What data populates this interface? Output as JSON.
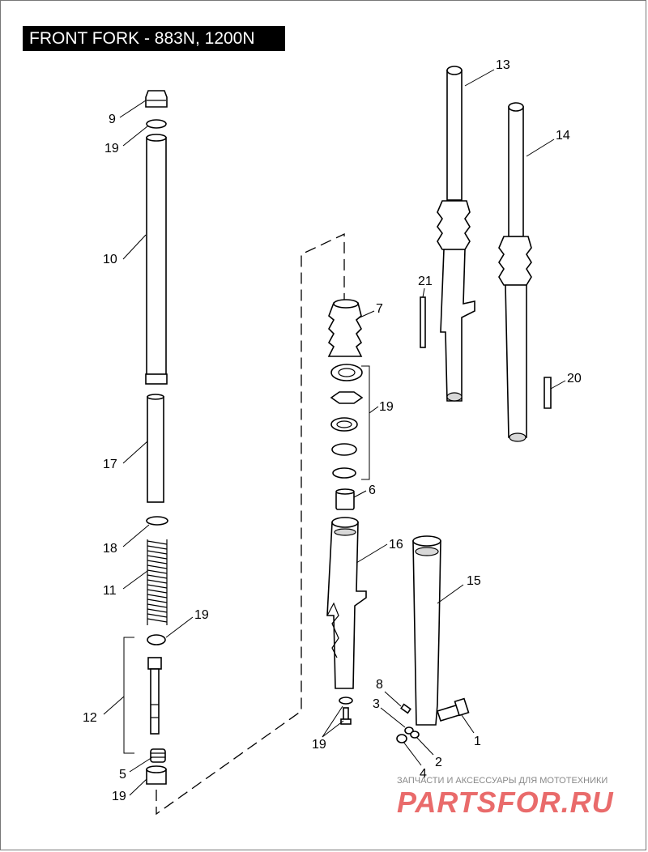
{
  "title": "FRONT FORK - 883N, 1200N",
  "callouts": {
    "c9": "9",
    "c19a": "19",
    "c10": "10",
    "c17": "17",
    "c18": "18",
    "c11": "11",
    "c19b": "19",
    "c12": "12",
    "c5": "5",
    "c19c": "19",
    "c7": "7",
    "c19d": "19",
    "c6": "6",
    "c16": "16",
    "c19e": "19",
    "c13": "13",
    "c14": "14",
    "c21": "21",
    "c20": "20",
    "c15": "15",
    "c8": "8",
    "c3": "3",
    "c1": "1",
    "c2": "2",
    "c4": "4"
  },
  "watermark": {
    "subtitle": "ЗАПЧАСТИ И АКСЕССУАРЫ ДЛЯ МОТОТЕХНИКИ",
    "logo": "PARTSFOR.RU"
  }
}
